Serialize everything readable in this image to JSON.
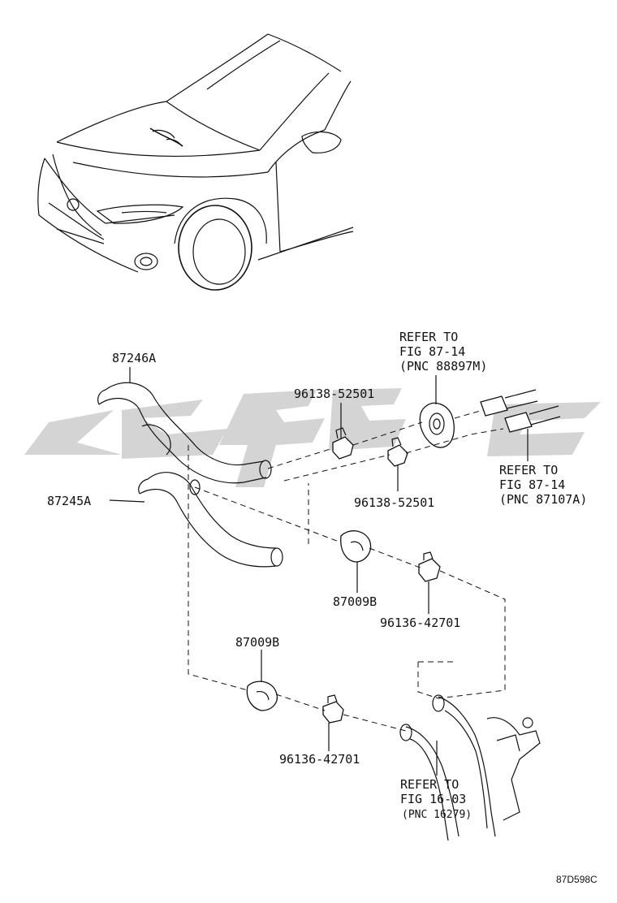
{
  "diagram": {
    "part_labels": {
      "hose_upper": "87246A",
      "hose_lower": "87245A",
      "clip_top": "96138-52501",
      "clip_mid": "96138-52501",
      "clamp_mid": "87009B",
      "clip_small_mid": "96136-42701",
      "clamp_low": "87009B",
      "clip_small_low": "96136-42701"
    },
    "refer_1": {
      "line1": "REFER TO",
      "line2": "FIG 87-14",
      "line3": "(PNC 88897M)"
    },
    "refer_2": {
      "line1": "REFER TO",
      "line2": "FIG 87-14",
      "line3": "(PNC 87107A)"
    },
    "refer_3": {
      "line1": "REFER TO",
      "line2": "FIG 16-03",
      "line3": "(PNC 16279)"
    },
    "figure_code": "87D598C",
    "colors": {
      "line": "#111111",
      "watermark": "#c9c9c9",
      "background": "#ffffff"
    }
  }
}
